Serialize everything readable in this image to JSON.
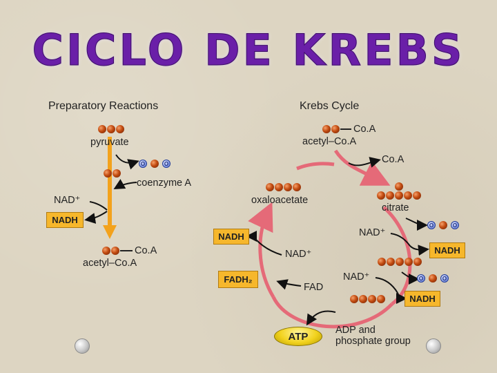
{
  "title": "CICLO DE KREBS",
  "preparatory": {
    "heading": "Preparatory Reactions",
    "pyruvate": "pyruvate",
    "coenzyme": "coenzyme A",
    "nad": "NAD⁺",
    "nadh": "NADH",
    "coa": "Co.A",
    "acetyl": "acetyl–Co.A"
  },
  "krebs": {
    "heading": "Krebs Cycle",
    "coa_top": "Co.A",
    "acetyl_top": "acetyl–Co.A",
    "coa_out": "Co.A",
    "oxaloacetate": "oxaloacetate",
    "citrate": "citrate",
    "nad_right1": "NAD⁺",
    "nad_right2": "NAD⁺",
    "nad_left": "NAD⁺",
    "nadh_left": "NADH",
    "nadh_right1": "NADH",
    "nadh_right2": "NADH",
    "fad": "FAD",
    "fadh2": "FADH₂",
    "atp": "ATP",
    "adp_line1": "ADP and",
    "adp_line2": "phosphate group"
  },
  "co2_letter": "O",
  "colors": {
    "title": "#6a1fa8",
    "nadh_box": "#f6b72c",
    "cycle_arrow": "#e56a78",
    "prep_arrow": "#f3a21c",
    "co2": "#8ea2e6"
  }
}
